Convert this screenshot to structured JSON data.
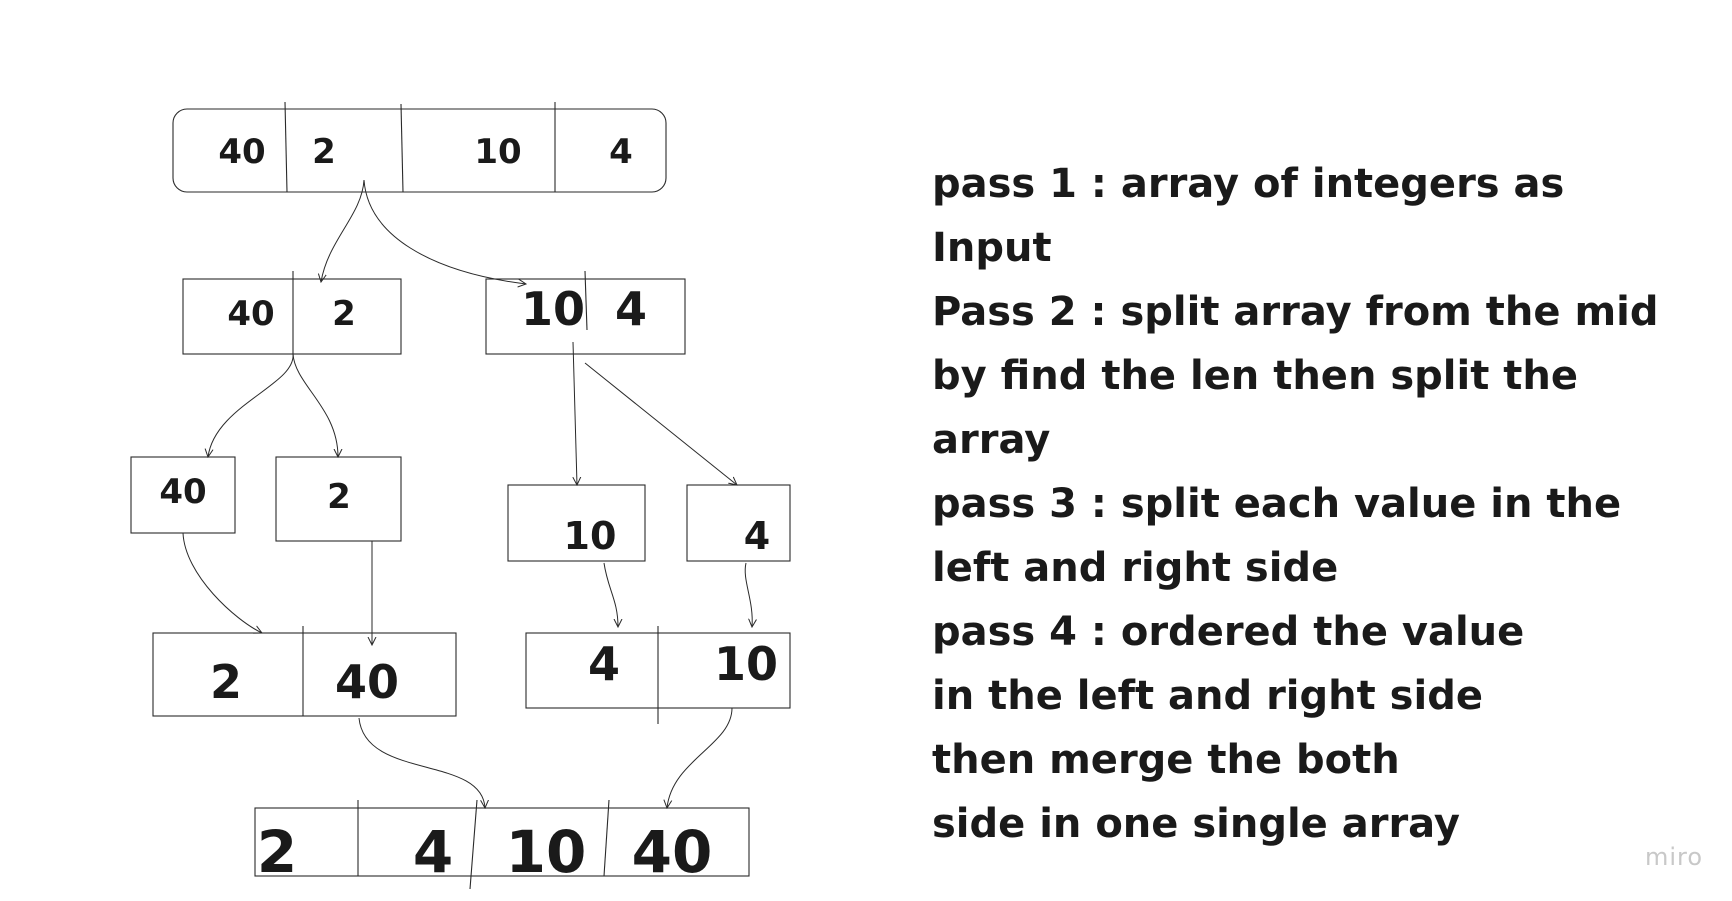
{
  "diagram": {
    "level0": [
      "40",
      "2",
      "10",
      "4"
    ],
    "level1_left": [
      "40",
      "2"
    ],
    "level1_right": [
      "10",
      "4"
    ],
    "level2": [
      "40",
      "2",
      "10",
      "4"
    ],
    "level3_left": [
      "2",
      "40"
    ],
    "level3_right": [
      "4",
      "10"
    ],
    "result": [
      "2",
      "4",
      "10",
      "40"
    ]
  },
  "explanation": [
    "pass 1  : array of integers  as",
    "Input",
    "Pass 2 : split array from the mid",
    "by find the len then split the",
    "array",
    "pass 3 : split each value in the",
    "left and right side",
    "pass 4 : ordered the value",
    "in the left and right side",
    "then merge the both",
    "side in one single array"
  ],
  "watermark": "miro"
}
